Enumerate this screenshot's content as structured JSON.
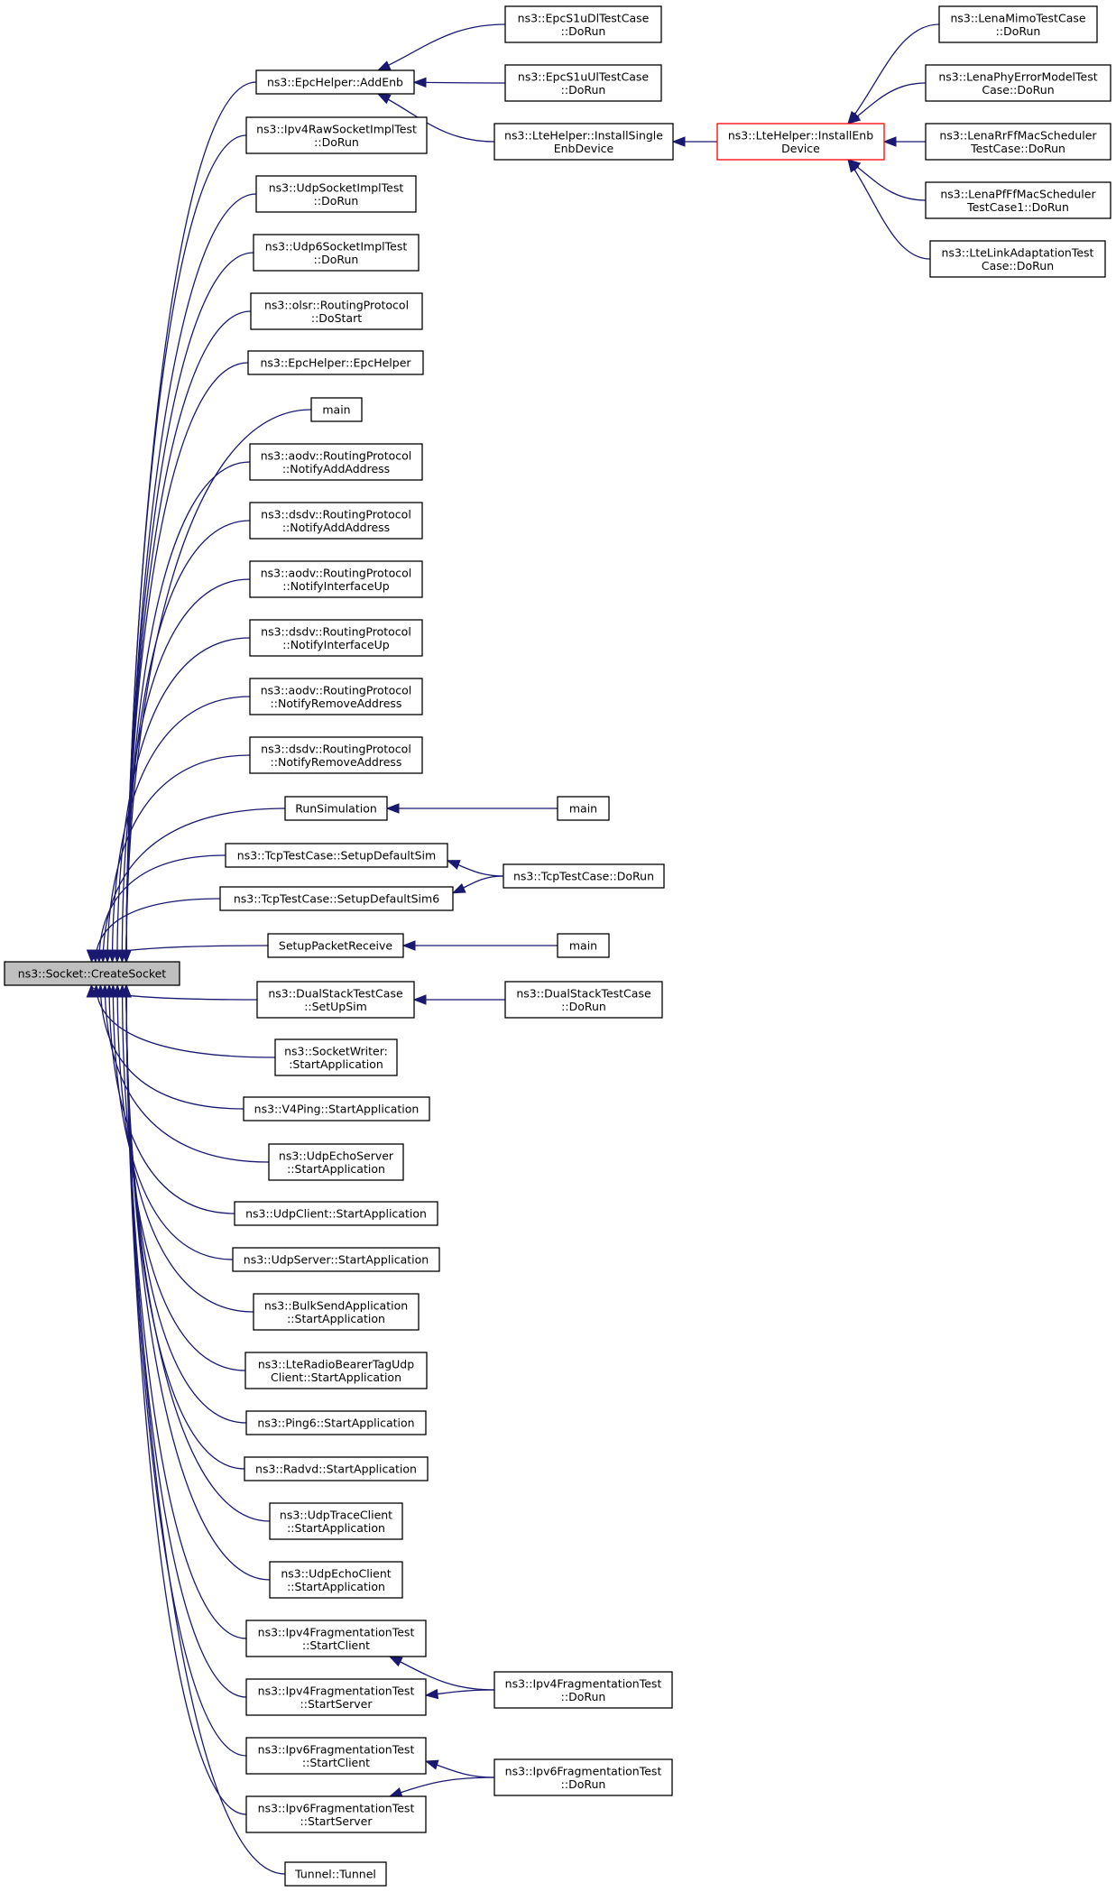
{
  "graph": {
    "edge_color": "#191970",
    "root_fill": "#bfbfbf",
    "highlight_border": "#ff0000",
    "nodes": [
      {
        "id": "createsocket",
        "lines": [
          "ns3::Socket::CreateSocket"
        ],
        "style": "root"
      },
      {
        "id": "addenb",
        "lines": [
          "ns3::EpcHelper::AddEnb"
        ]
      },
      {
        "id": "ipv4raw",
        "lines": [
          "ns3::Ipv4RawSocketImplTest",
          "::DoRun"
        ]
      },
      {
        "id": "udpsock",
        "lines": [
          "ns3::UdpSocketImplTest",
          "::DoRun"
        ]
      },
      {
        "id": "udp6sock",
        "lines": [
          "ns3::Udp6SocketImplTest",
          "::DoRun"
        ]
      },
      {
        "id": "olsr",
        "lines": [
          "ns3::olsr::RoutingProtocol",
          "::DoStart"
        ]
      },
      {
        "id": "epchelper",
        "lines": [
          "ns3::EpcHelper::EpcHelper"
        ]
      },
      {
        "id": "main1",
        "lines": [
          "main"
        ]
      },
      {
        "id": "aodvadd",
        "lines": [
          "ns3::aodv::RoutingProtocol",
          "::NotifyAddAddress"
        ]
      },
      {
        "id": "dsdvadd",
        "lines": [
          "ns3::dsdv::RoutingProtocol",
          "::NotifyAddAddress"
        ]
      },
      {
        "id": "aodvup",
        "lines": [
          "ns3::aodv::RoutingProtocol",
          "::NotifyInterfaceUp"
        ]
      },
      {
        "id": "dsdvup",
        "lines": [
          "ns3::dsdv::RoutingProtocol",
          "::NotifyInterfaceUp"
        ]
      },
      {
        "id": "aodvrem",
        "lines": [
          "ns3::aodv::RoutingProtocol",
          "::NotifyRemoveAddress"
        ]
      },
      {
        "id": "dsdvrem",
        "lines": [
          "ns3::dsdv::RoutingProtocol",
          "::NotifyRemoveAddress"
        ]
      },
      {
        "id": "runsim",
        "lines": [
          "RunSimulation"
        ]
      },
      {
        "id": "tcpsetup",
        "lines": [
          "ns3::TcpTestCase::SetupDefaultSim"
        ]
      },
      {
        "id": "tcpsetup6",
        "lines": [
          "ns3::TcpTestCase::SetupDefaultSim6"
        ]
      },
      {
        "id": "setuppkt",
        "lines": [
          "SetupPacketReceive"
        ]
      },
      {
        "id": "dualsetup",
        "lines": [
          "ns3::DualStackTestCase",
          "::SetUpSim"
        ]
      },
      {
        "id": "sockwriter",
        "lines": [
          "ns3::SocketWriter:",
          ":StartApplication"
        ]
      },
      {
        "id": "v4ping",
        "lines": [
          "ns3::V4Ping::StartApplication"
        ]
      },
      {
        "id": "udpechoserver",
        "lines": [
          "ns3::UdpEchoServer",
          "::StartApplication"
        ]
      },
      {
        "id": "udpclient",
        "lines": [
          "ns3::UdpClient::StartApplication"
        ]
      },
      {
        "id": "udpserver",
        "lines": [
          "ns3::UdpServer::StartApplication"
        ]
      },
      {
        "id": "bulksend",
        "lines": [
          "ns3::BulkSendApplication",
          "::StartApplication"
        ]
      },
      {
        "id": "lteradio",
        "lines": [
          "ns3::LteRadioBearerTagUdp",
          "Client::StartApplication"
        ]
      },
      {
        "id": "ping6",
        "lines": [
          "ns3::Ping6::StartApplication"
        ]
      },
      {
        "id": "radvd",
        "lines": [
          "ns3::Radvd::StartApplication"
        ]
      },
      {
        "id": "udptrace",
        "lines": [
          "ns3::UdpTraceClient",
          "::StartApplication"
        ]
      },
      {
        "id": "udpechoclient",
        "lines": [
          "ns3::UdpEchoClient",
          "::StartApplication"
        ]
      },
      {
        "id": "ipv4fragclient",
        "lines": [
          "ns3::Ipv4FragmentationTest",
          "::StartClient"
        ]
      },
      {
        "id": "ipv4fragserver",
        "lines": [
          "ns3::Ipv4FragmentationTest",
          "::StartServer"
        ]
      },
      {
        "id": "ipv6fragclient",
        "lines": [
          "ns3::Ipv6FragmentationTest",
          "::StartClient"
        ]
      },
      {
        "id": "ipv6fragserver",
        "lines": [
          "ns3::Ipv6FragmentationTest",
          "::StartServer"
        ]
      },
      {
        "id": "tunnel",
        "lines": [
          "Tunnel::Tunnel"
        ]
      },
      {
        "id": "epcs1udl",
        "lines": [
          "ns3::EpcS1uDlTestCase",
          "::DoRun"
        ]
      },
      {
        "id": "epcs1uul",
        "lines": [
          "ns3::EpcS1uUlTestCase",
          "::DoRun"
        ]
      },
      {
        "id": "installsingle",
        "lines": [
          "ns3::LteHelper::InstallSingle",
          "EnbDevice"
        ]
      },
      {
        "id": "installenb",
        "lines": [
          "ns3::LteHelper::InstallEnb",
          "Device"
        ],
        "style": "highlight"
      },
      {
        "id": "lenamimo",
        "lines": [
          "ns3::LenaMimoTestCase",
          "::DoRun"
        ]
      },
      {
        "id": "lenaphy",
        "lines": [
          "ns3::LenaPhyErrorModelTest",
          "Case::DoRun"
        ]
      },
      {
        "id": "lenarr",
        "lines": [
          "ns3::LenaRrFfMacScheduler",
          "TestCase::DoRun"
        ]
      },
      {
        "id": "lenapf",
        "lines": [
          "ns3::LenaPfFfMacScheduler",
          "TestCase1::DoRun"
        ]
      },
      {
        "id": "ltelink",
        "lines": [
          "ns3::LteLinkAdaptationTest",
          "Case::DoRun"
        ]
      },
      {
        "id": "main2",
        "lines": [
          "main"
        ]
      },
      {
        "id": "tcpdorun",
        "lines": [
          "ns3::TcpTestCase::DoRun"
        ]
      },
      {
        "id": "main3",
        "lines": [
          "main"
        ]
      },
      {
        "id": "dualdorun",
        "lines": [
          "ns3::DualStackTestCase",
          "::DoRun"
        ]
      },
      {
        "id": "ipv4fragdorun",
        "lines": [
          "ns3::Ipv4FragmentationTest",
          "::DoRun"
        ]
      },
      {
        "id": "ipv6fragdorun",
        "lines": [
          "ns3::Ipv6FragmentationTest",
          "::DoRun"
        ]
      }
    ],
    "edges": [
      {
        "from": "addenb",
        "to": "createsocket"
      },
      {
        "from": "ipv4raw",
        "to": "createsocket"
      },
      {
        "from": "udpsock",
        "to": "createsocket"
      },
      {
        "from": "udp6sock",
        "to": "createsocket"
      },
      {
        "from": "olsr",
        "to": "createsocket"
      },
      {
        "from": "epchelper",
        "to": "createsocket"
      },
      {
        "from": "main1",
        "to": "createsocket"
      },
      {
        "from": "aodvadd",
        "to": "createsocket"
      },
      {
        "from": "dsdvadd",
        "to": "createsocket"
      },
      {
        "from": "aodvup",
        "to": "createsocket"
      },
      {
        "from": "dsdvup",
        "to": "createsocket"
      },
      {
        "from": "aodvrem",
        "to": "createsocket"
      },
      {
        "from": "dsdvrem",
        "to": "createsocket"
      },
      {
        "from": "runsim",
        "to": "createsocket"
      },
      {
        "from": "tcpsetup",
        "to": "createsocket"
      },
      {
        "from": "tcpsetup6",
        "to": "createsocket"
      },
      {
        "from": "setuppkt",
        "to": "createsocket"
      },
      {
        "from": "dualsetup",
        "to": "createsocket"
      },
      {
        "from": "sockwriter",
        "to": "createsocket"
      },
      {
        "from": "v4ping",
        "to": "createsocket"
      },
      {
        "from": "udpechoserver",
        "to": "createsocket"
      },
      {
        "from": "udpclient",
        "to": "createsocket"
      },
      {
        "from": "udpserver",
        "to": "createsocket"
      },
      {
        "from": "bulksend",
        "to": "createsocket"
      },
      {
        "from": "lteradio",
        "to": "createsocket"
      },
      {
        "from": "ping6",
        "to": "createsocket"
      },
      {
        "from": "radvd",
        "to": "createsocket"
      },
      {
        "from": "udptrace",
        "to": "createsocket"
      },
      {
        "from": "udpechoclient",
        "to": "createsocket"
      },
      {
        "from": "ipv4fragclient",
        "to": "createsocket"
      },
      {
        "from": "ipv4fragserver",
        "to": "createsocket"
      },
      {
        "from": "ipv6fragclient",
        "to": "createsocket"
      },
      {
        "from": "ipv6fragserver",
        "to": "createsocket"
      },
      {
        "from": "tunnel",
        "to": "createsocket"
      },
      {
        "from": "epcs1udl",
        "to": "addenb"
      },
      {
        "from": "epcs1uul",
        "to": "addenb"
      },
      {
        "from": "installsingle",
        "to": "addenb"
      },
      {
        "from": "installenb",
        "to": "installsingle"
      },
      {
        "from": "lenamimo",
        "to": "installenb"
      },
      {
        "from": "lenaphy",
        "to": "installenb"
      },
      {
        "from": "lenarr",
        "to": "installenb"
      },
      {
        "from": "lenapf",
        "to": "installenb"
      },
      {
        "from": "ltelink",
        "to": "installenb"
      },
      {
        "from": "main2",
        "to": "runsim"
      },
      {
        "from": "tcpdorun",
        "to": "tcpsetup"
      },
      {
        "from": "tcpdorun",
        "to": "tcpsetup6"
      },
      {
        "from": "main3",
        "to": "setuppkt"
      },
      {
        "from": "dualdorun",
        "to": "dualsetup"
      },
      {
        "from": "ipv4fragdorun",
        "to": "ipv4fragclient"
      },
      {
        "from": "ipv4fragdorun",
        "to": "ipv4fragserver"
      },
      {
        "from": "ipv6fragdorun",
        "to": "ipv6fragclient"
      },
      {
        "from": "ipv6fragdorun",
        "to": "ipv6fragserver"
      }
    ]
  }
}
